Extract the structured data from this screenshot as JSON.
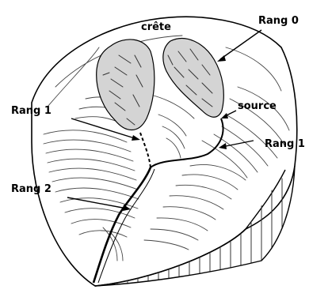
{
  "labels": {
    "crest": "crête",
    "rank0": "Rang 0",
    "source": "source",
    "rank1_left": "Rang 1",
    "rank1_right": "Rang 1",
    "rank2": "Rang 2"
  },
  "colors": {
    "crest_fill": "#d4d4d4",
    "ink": "#000000",
    "background": "#ffffff"
  }
}
